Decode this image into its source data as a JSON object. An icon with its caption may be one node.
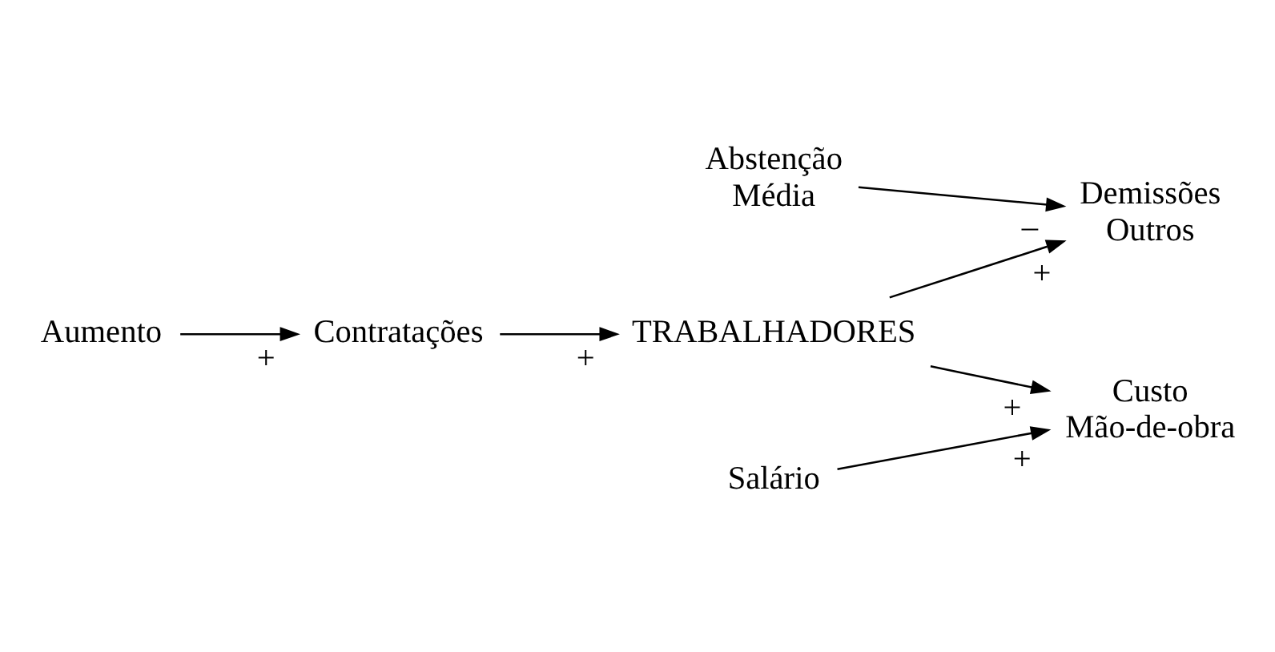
{
  "diagram": {
    "nodes": [
      {
        "text": [
          "Aumento"
        ]
      },
      {
        "text": [
          "Contratações"
        ]
      },
      {
        "text": [
          "TRABALHADORES"
        ]
      },
      {
        "text": [
          "Abstenção Média"
        ]
      },
      {
        "text": [
          "Demissões Outros"
        ]
      },
      {
        "text": [
          "Salário"
        ]
      },
      {
        "text": [
          "Custo Mão-de-obra"
        ]
      }
    ],
    "edges": [
      {
        "from": 0,
        "to": 1,
        "arrow": "to",
        "label": "+"
      },
      {
        "from": 1,
        "to": 2,
        "arrow": "to",
        "label": "+"
      },
      {
        "from": 2,
        "to": 4,
        "arrow": "to",
        "label": "+"
      },
      {
        "from": 3,
        "to": 4,
        "arrow": "to",
        "label": "–"
      },
      {
        "from": 2,
        "to": 6,
        "arrow": "to",
        "label": "+"
      },
      {
        "from": 5,
        "to": 6,
        "arrow": "to",
        "label": "+"
      }
    ]
  }
}
